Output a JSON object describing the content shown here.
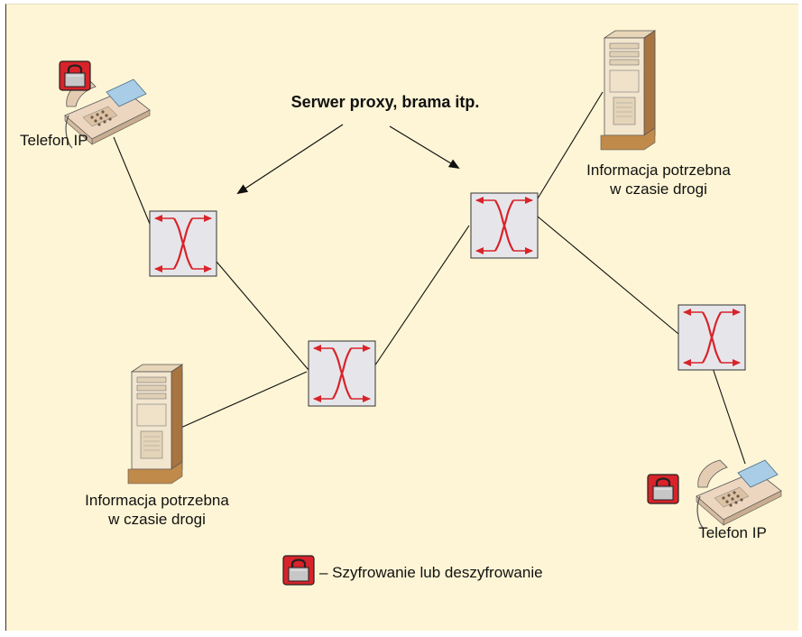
{
  "title": "Serwer proxy, brama itp.",
  "phone_label_left": "Telefon IP",
  "phone_label_right": "Telefon IP",
  "server_label_top_right": [
    "Informacja potrzebna",
    "w czasie drogi"
  ],
  "server_label_bottom_left": [
    "Informacja potrzebna",
    "w czasie drogi"
  ],
  "legend": {
    "text": "– Szyfrowanie lub deszyfrowanie",
    "icon": "lock-icon"
  },
  "colors": {
    "background": "#fdf5d5",
    "switch_fill": "#e6e6ea",
    "arrow_red": "#d8232a",
    "lock_red": "#d8232a",
    "server_body": "#f3e6cf"
  }
}
